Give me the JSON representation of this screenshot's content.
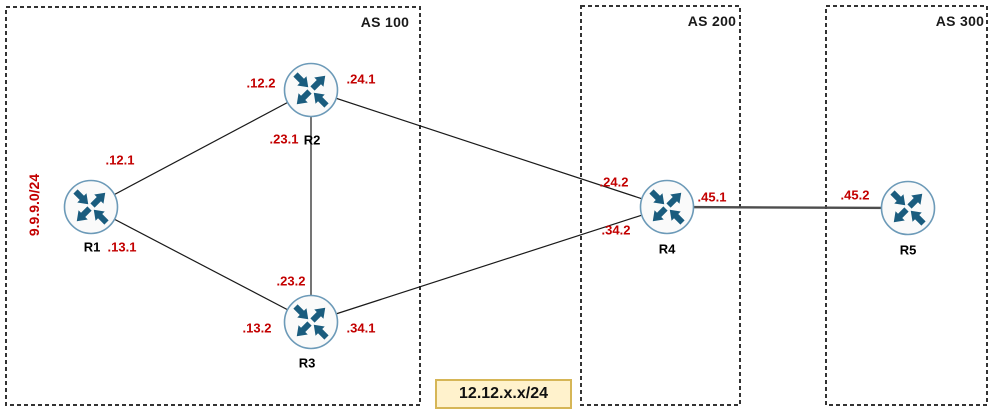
{
  "as_boxes": [
    {
      "label": "AS 100"
    },
    {
      "label": "AS 200"
    },
    {
      "label": "AS 300"
    }
  ],
  "routers": [
    {
      "name": "R1"
    },
    {
      "name": "R2"
    },
    {
      "name": "R3"
    },
    {
      "name": "R4"
    },
    {
      "name": "R5"
    }
  ],
  "links": [
    {
      "from": "R1",
      "to": "R2",
      "from_label": ".12.1",
      "to_label": ".12.2"
    },
    {
      "from": "R1",
      "to": "R3",
      "from_label": ".13.1",
      "to_label": ".13.2"
    },
    {
      "from": "R2",
      "to": "R3",
      "from_label": ".23.1",
      "to_label": ".23.2"
    },
    {
      "from": "R2",
      "to": "R4",
      "from_label": ".24.1",
      "to_label": ".24.2"
    },
    {
      "from": "R3",
      "to": "R4",
      "from_label": ".34.1",
      "to_label": ".34.2"
    },
    {
      "from": "R4",
      "to": "R5",
      "from_label": ".45.1",
      "to_label": ".45.2"
    }
  ],
  "annotations": {
    "vertical_label": "9.9.9.0/24",
    "subnet_box_label": "12.12.x.x/24"
  },
  "colors": {
    "interface_label_red": "#C30000",
    "router_arrow_teal": "#1A5C7E",
    "router_circle_stroke": "#6C9AB8",
    "router_circle_fill": "#FAFAFA",
    "link_line": "#1A1A1A",
    "backbone_link_gray": "#4D4D4D",
    "as_border_dash": "#333333",
    "note_box_fill": "#FFF2CC",
    "note_box_border": "#D6B656"
  }
}
